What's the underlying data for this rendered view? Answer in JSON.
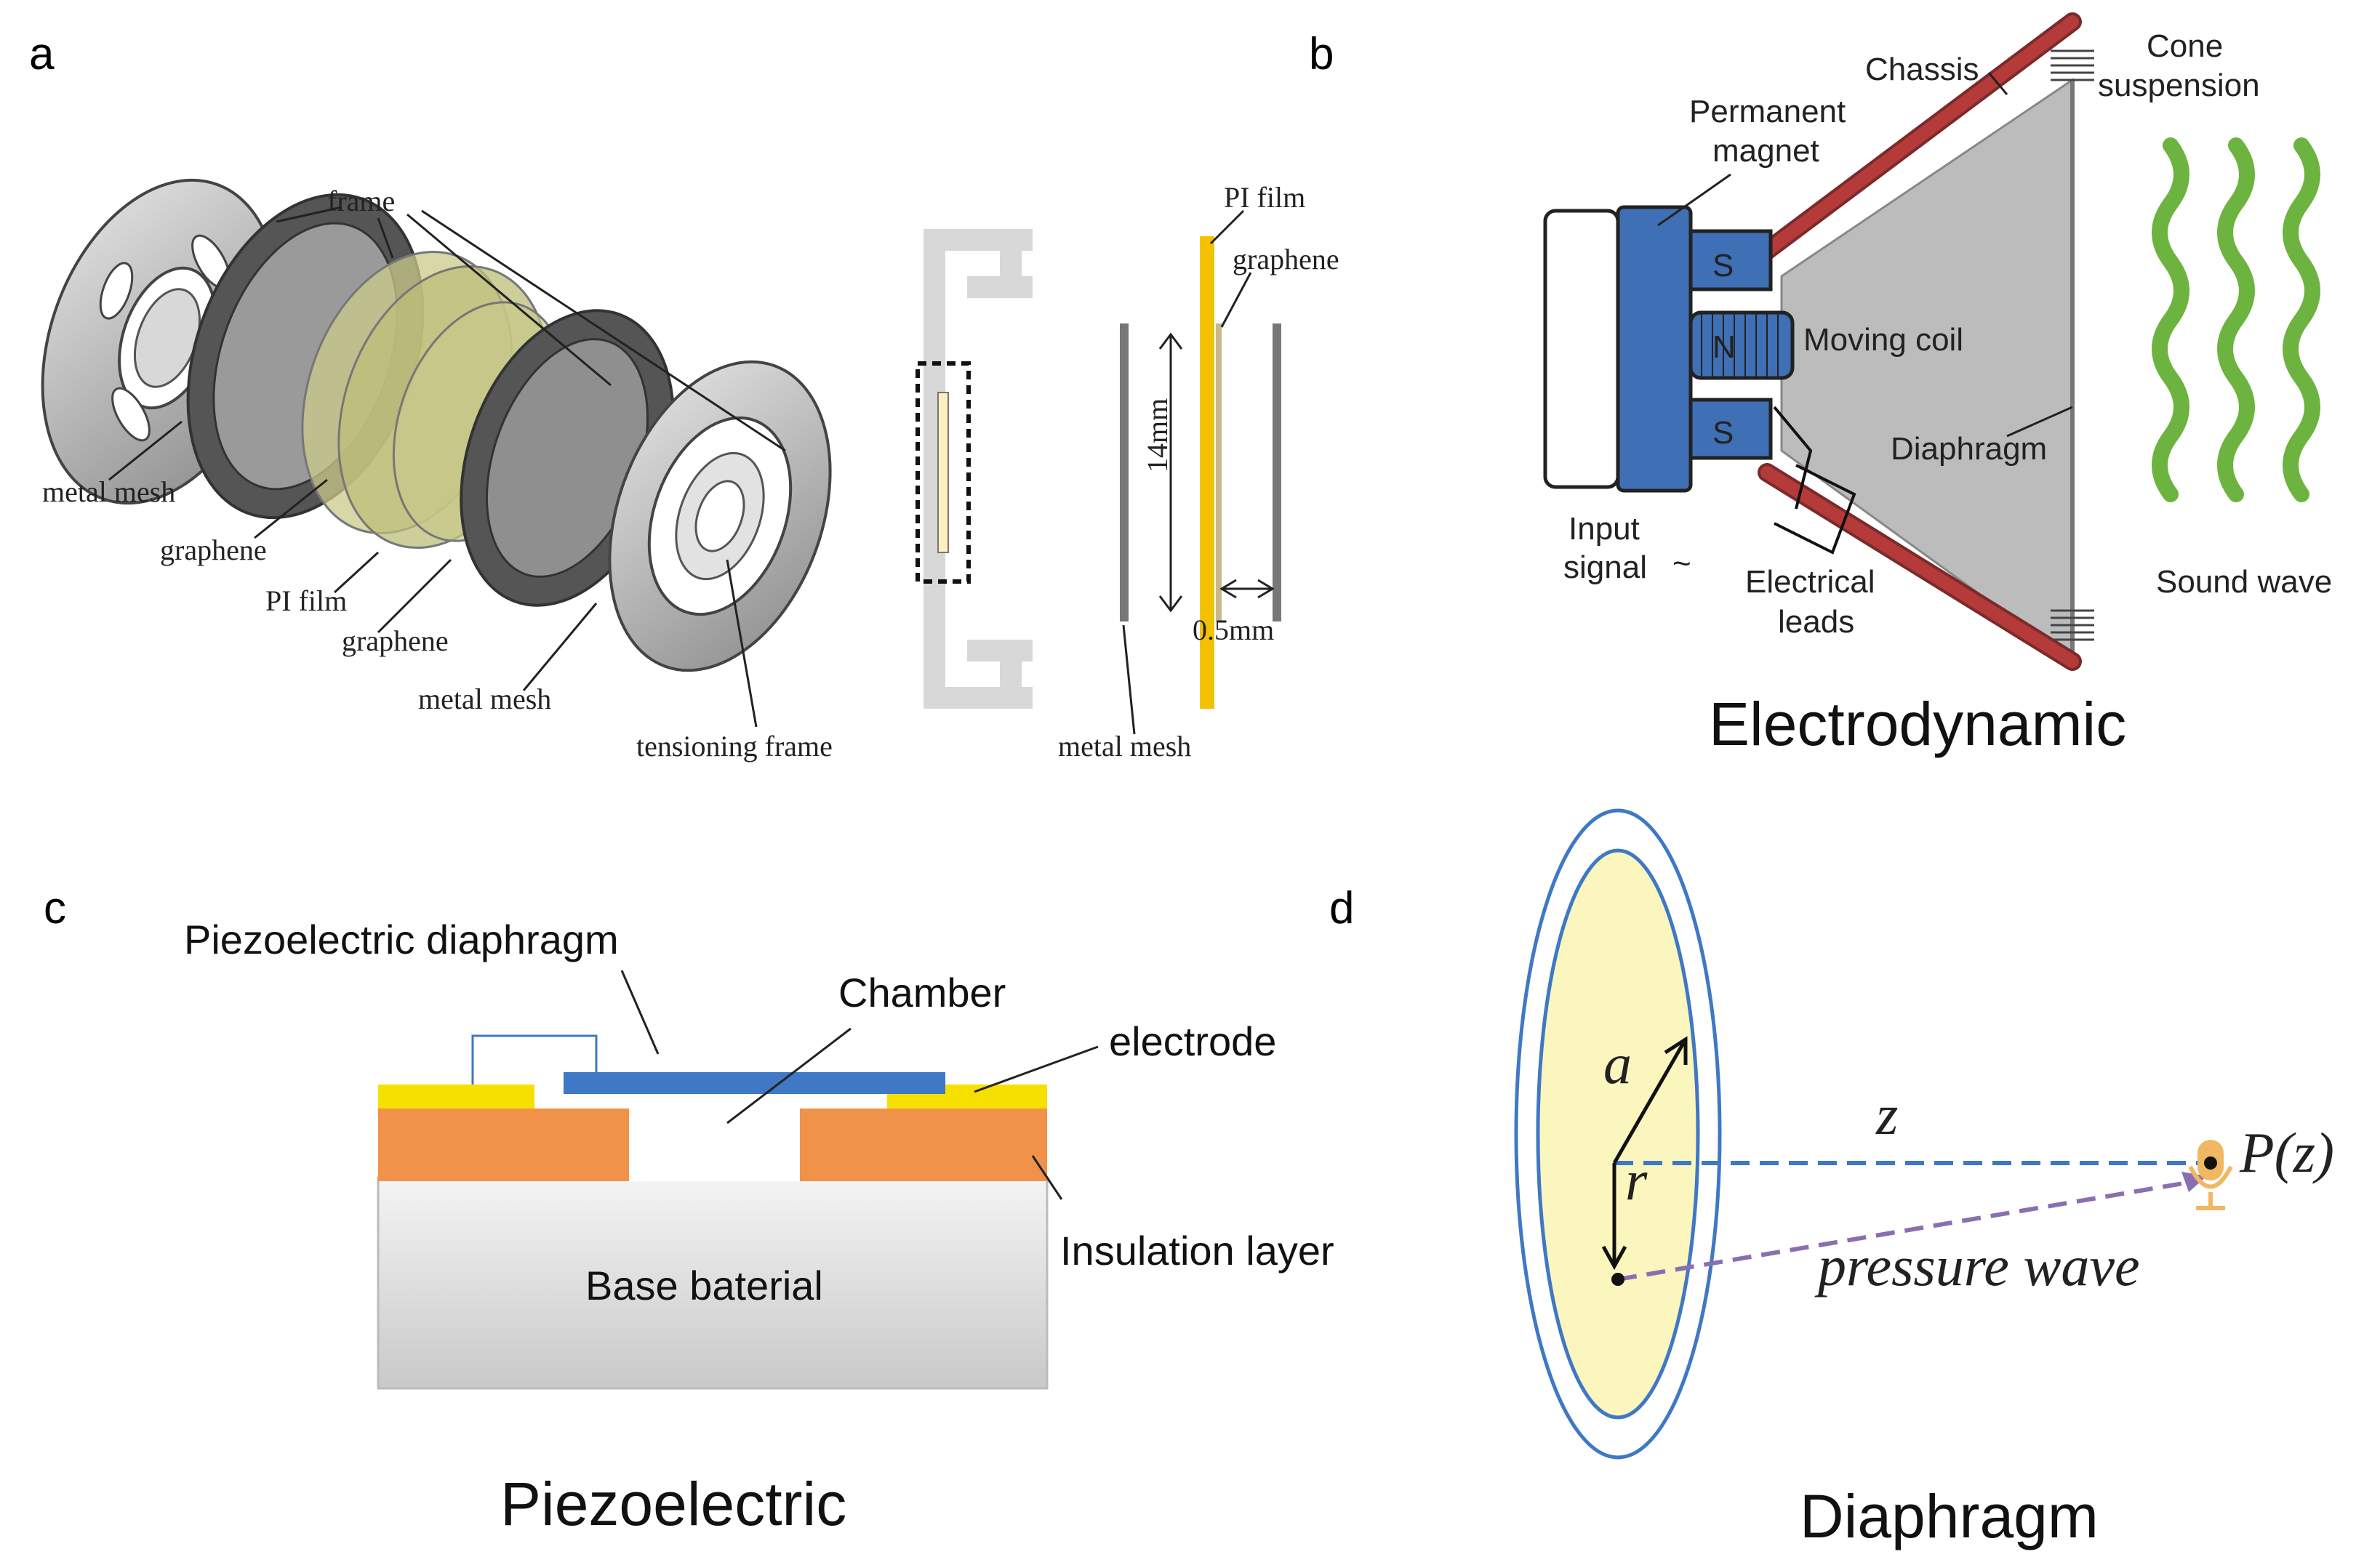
{
  "panels": {
    "a": {
      "letter": "a",
      "labels": {
        "frame": "frame",
        "metal_mesh_1": "metal mesh",
        "graphene_1": "graphene",
        "pi_film": "PI film",
        "graphene_2": "graphene",
        "metal_mesh_2": "metal mesh",
        "tensioning_frame": "tensioning frame",
        "pi_film_side": "PI film",
        "graphene_side": "graphene",
        "dim_14": "14mm",
        "dim_05": "0.5mm",
        "metal_mesh_side": "metal mesh"
      }
    },
    "b": {
      "letter": "b",
      "labels": {
        "chassis": "Chassis",
        "cone_suspension_1": "Cone",
        "cone_suspension_2": "suspension",
        "permanent_magnet_1": "Permanent",
        "permanent_magnet_2": "magnet",
        "s_top": "S",
        "n": "N",
        "s_bottom": "S",
        "moving_coil": "Moving coil",
        "diaphragm": "Diaphragm",
        "input_signal_1": "Input",
        "input_signal_2": "signal",
        "tilde": "~",
        "electrical_leads_1": "Electrical",
        "electrical_leads_2": "leads",
        "sound_wave": "Sound wave"
      },
      "title": "Electrodynamic"
    },
    "c": {
      "letter": "c",
      "labels": {
        "piezo_diaphragm": "Piezoelectric diaphragm",
        "chamber": "Chamber",
        "electrode": "electrode",
        "insulation_layer": "Insulation layer",
        "base_material": "Base baterial"
      },
      "title": "Piezoelectric"
    },
    "d": {
      "letter": "d",
      "labels": {
        "a": "a",
        "r": "r",
        "z": "z",
        "pz": "P(z)",
        "pressure_wave": "pressure wave"
      },
      "title": "Diaphragm"
    }
  },
  "colors": {
    "magnet_blue": "#3f6fb5",
    "chassis_red": "#b53a3a",
    "cone_gray": "#b8b8b8",
    "wave_green": "#6cb33f",
    "pi_yellow": "#f2c200",
    "electrode_yellow": "#f5e000",
    "insulation_orange": "#f0924a",
    "diaphragm_blue": "#3f78c4",
    "disk_yellow": "#fbf6bd",
    "mic_orange": "#f0b860"
  }
}
